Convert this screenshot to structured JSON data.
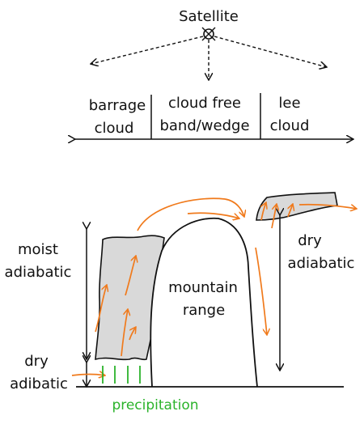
{
  "labels": {
    "satellite": "Satellite",
    "barrage_cloud_1": "barrage",
    "barrage_cloud_2": "cloud",
    "cloud_free_1": "cloud free",
    "cloud_free_2": "band/wedge",
    "lee_cloud_1": "lee",
    "lee_cloud_2": "cloud",
    "moist_adiabatic_1": "moist",
    "moist_adiabatic_2": "adiabatic",
    "dry_adiabatic_left_1": "dry",
    "dry_adiabatic_left_2": "adibatic",
    "dry_adiabatic_right_1": "dry",
    "dry_adiabatic_right_2": "adiabatic",
    "mountain_1": "mountain",
    "mountain_2": "range",
    "precipitation": "precipitation"
  },
  "colors": {
    "airflow": "#f07a1c",
    "precipitation": "#2bb32b",
    "cloud_fill": "#d9d9d9",
    "ink": "#111111"
  },
  "icons": {
    "satellite": "satellite-icon"
  }
}
